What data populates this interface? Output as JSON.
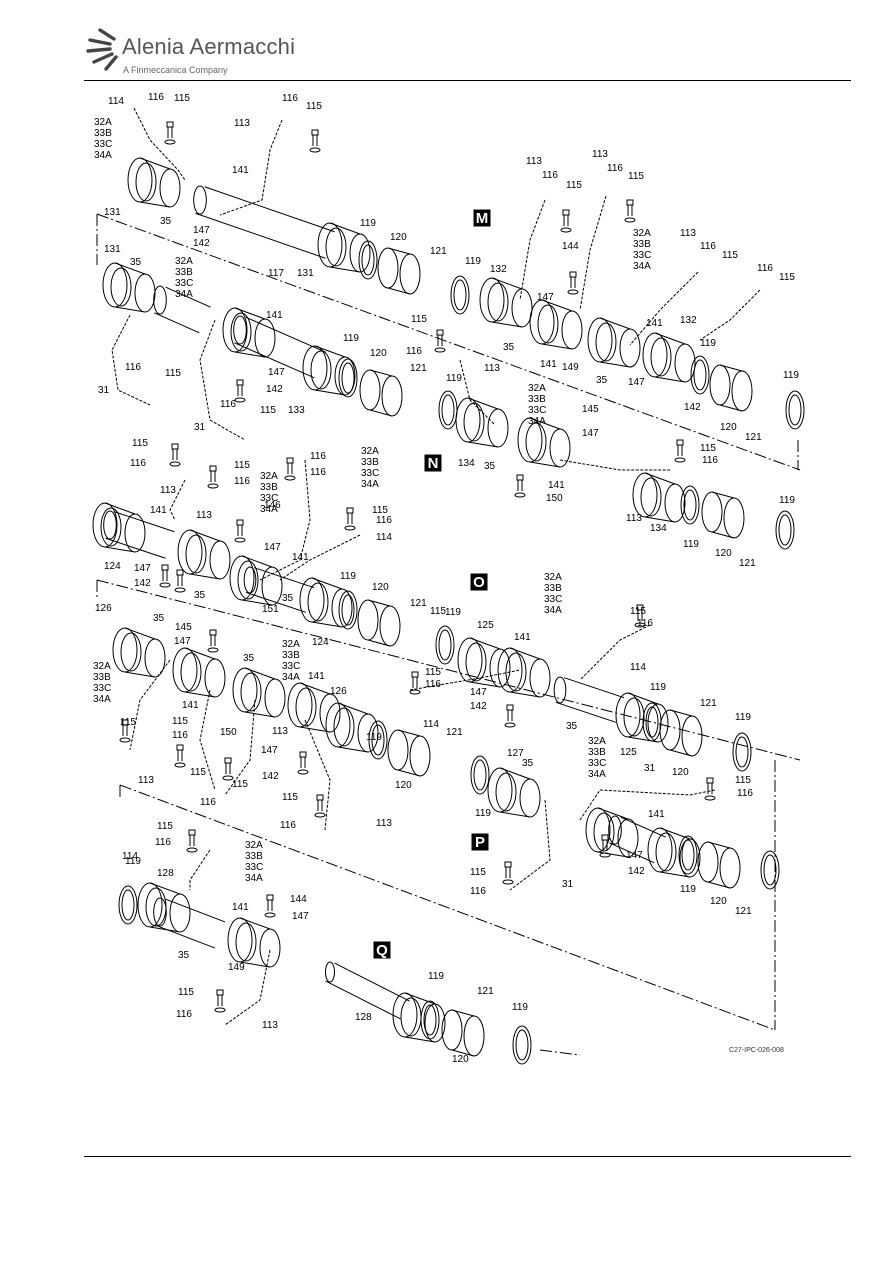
{
  "header": {
    "company": "Alenia Aermacchi",
    "tagline": "A Finmeccanica Company"
  },
  "figure": {
    "reference": "C27-IPC-026-008",
    "section_letters": [
      "M",
      "N",
      "O",
      "P",
      "Q"
    ],
    "callout_group": [
      "32A",
      "33B",
      "33C",
      "34A"
    ],
    "part_numbers": [
      "31",
      "35",
      "113",
      "114",
      "115",
      "116",
      "117",
      "119",
      "120",
      "121",
      "124",
      "125",
      "126",
      "127",
      "128",
      "131",
      "132",
      "133",
      "134",
      "141",
      "142",
      "144",
      "145",
      "146",
      "147",
      "149",
      "150",
      "151"
    ]
  },
  "colors": {
    "ink": "#000000",
    "brand_gray": "#555555"
  }
}
